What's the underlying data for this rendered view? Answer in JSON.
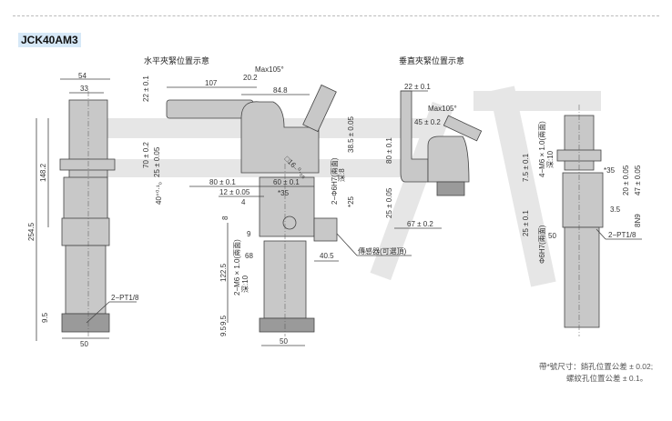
{
  "model": "JCK40AM3",
  "views": {
    "horizontal_title": "水平夾緊位置示意",
    "vertical_title": "垂直夾緊位置示意"
  },
  "left_view": {
    "dim_54": "54",
    "dim_33": "33",
    "dim_148": "148.2",
    "dim_254": "254.5",
    "dim_95": "9.5",
    "dim_50": "50",
    "port": "2−PT1/8"
  },
  "main_view": {
    "max_angle": "Max105°",
    "dim_202": "20.2",
    "dim_107": "107",
    "dim_848": "84.8",
    "dim_22": "22 ± 0.1",
    "dim_70": "70 ± 0.2",
    "dim_25": "25 ± 0.05",
    "dim_40": "40⁺⁰·¹₀",
    "dim_80": "80 ± 0.1",
    "dim_60": "60 ± 0.1",
    "dim_12": "12 ± 0.05",
    "dim_35": "*35",
    "square": "□16₋⁰·₀₅",
    "dim_4": "4",
    "dim_8": "8",
    "dim_9": "9",
    "dim_68": "68",
    "dim_405": "40.5",
    "dim_1225": "122.5",
    "dim_95a": "9.5",
    "dim_95b": "9.5",
    "dim_50": "50",
    "tap": "2−M6 × 1.0(兩面)",
    "tap_depth": "深:10",
    "pin": "2−Φ6H7(兩面)",
    "pin_depth": "深:8",
    "dim_385": "38.5 ± 0.05",
    "dim_star25": "*25",
    "sensor": "傳感器(可選頂)"
  },
  "vertical_view": {
    "dim_22": "22 ± 0.1",
    "max_angle": "Max105°",
    "dim_45": "45 ± 0.2",
    "dim_80": "80 ± 0.1",
    "dim_25": "25 ± 0.05",
    "dim_67": "67 ± 0.2"
  },
  "right_view": {
    "tap": "4−M6 × 1.0(兩面)",
    "tap_depth": "深:10",
    "dim_75": "7.5 ± 0.1",
    "dim_35": "*35",
    "dim_20": "20 ± 0.05",
    "dim_47": "47 ± 0.05",
    "dim_35b": "3.5",
    "dim_8n9": "8N9",
    "dim_25": "25 ± 0.1",
    "pin": "Φ6H7(兩面)",
    "dim_50": "50",
    "port": "2−PT1/8"
  },
  "notes": {
    "line1": "帶*號尺寸：銷孔位置公差 ± 0.02;",
    "line2": "螺紋孔位置公差 ± 0.1。"
  }
}
